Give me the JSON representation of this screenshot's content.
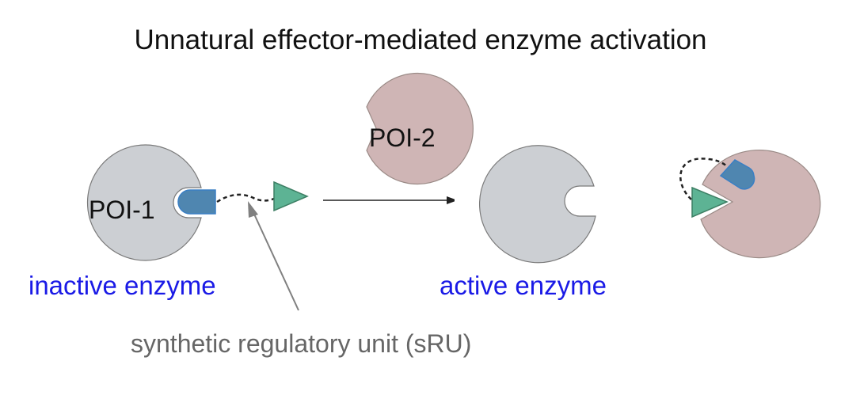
{
  "title": "Unnatural effector-mediated enzyme activation",
  "labels": {
    "poi1": "POI-1",
    "poi2": "POI-2",
    "inactive": "inactive enzyme",
    "active": "active enzyme",
    "sru": "synthetic regulatory unit (sRU)"
  },
  "colors": {
    "enzyme_gray": "#cccfd3",
    "enzyme_gray_stroke": "#7a7a7a",
    "poi2_pink": "#cfb5b5",
    "poi2_stroke": "#9a8a86",
    "blocker_blue": "#4f86b0",
    "blocker_stroke": "#3a7fc4",
    "effector_green": "#5db394",
    "effector_stroke": "#3d7f64",
    "label_blue": "#1a1ae6",
    "label_gray": "#666666",
    "arrow_dark": "#222222",
    "pointer_gray": "#808080"
  }
}
